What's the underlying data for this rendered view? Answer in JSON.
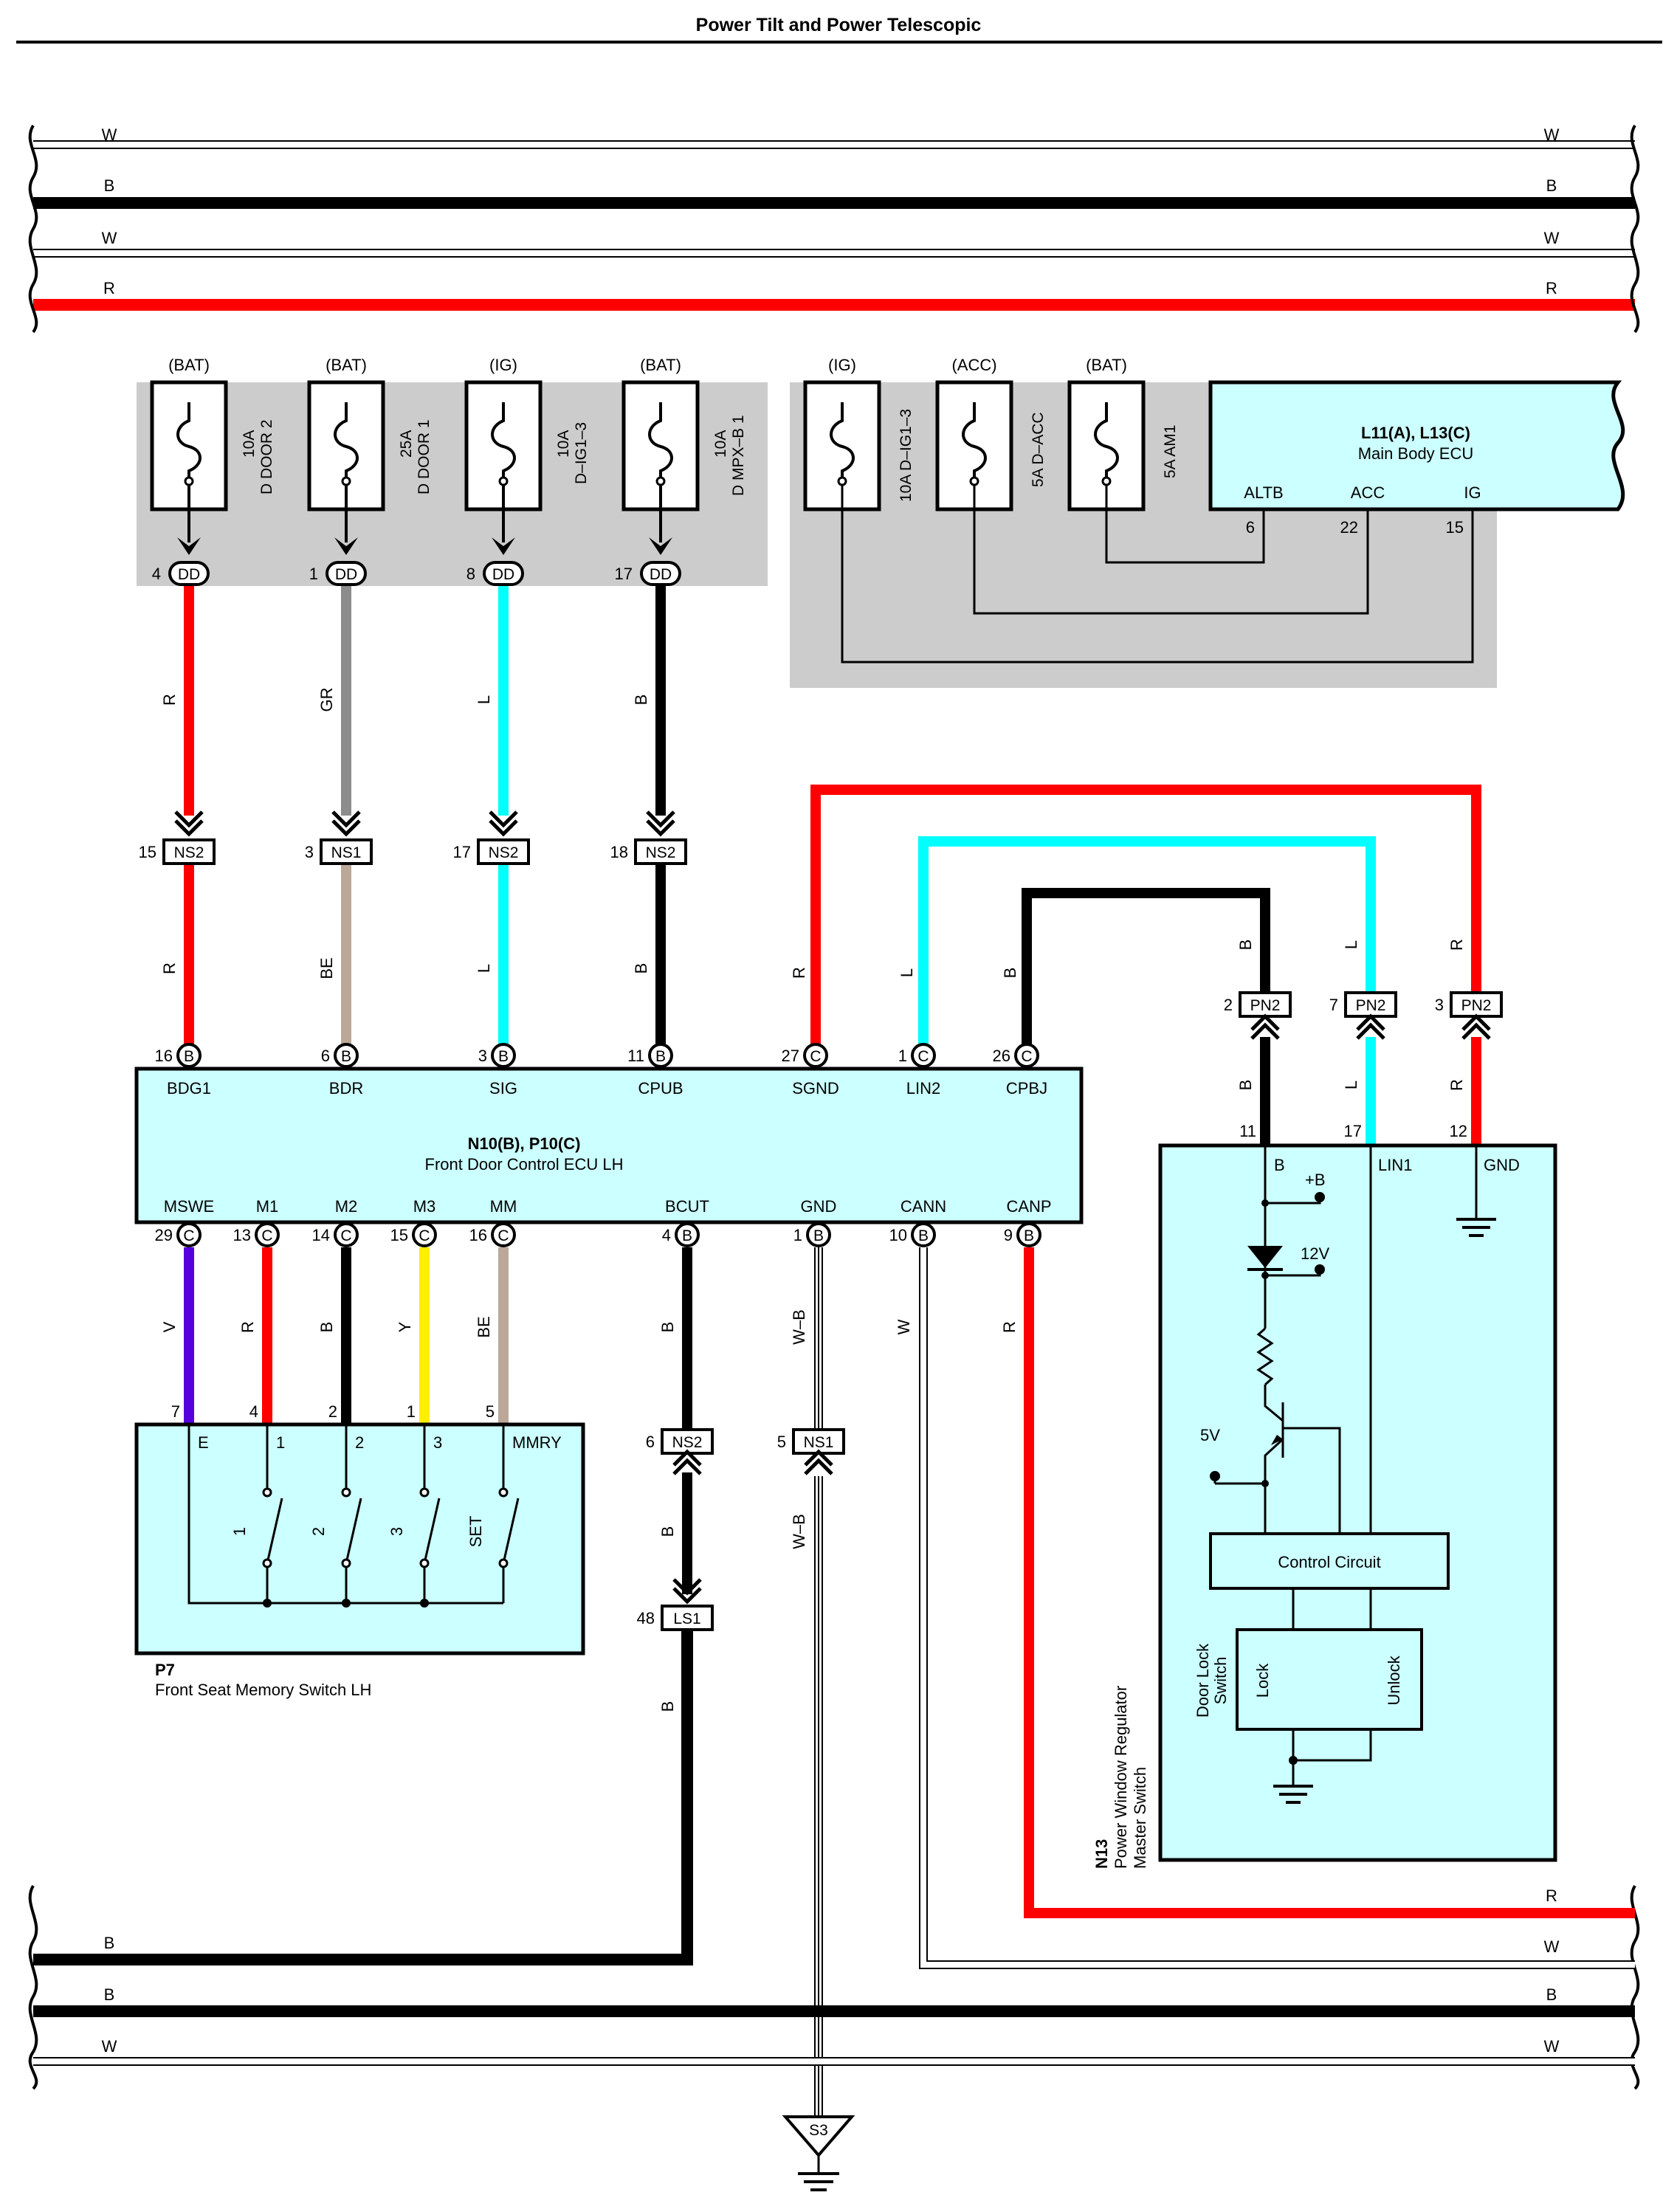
{
  "title": "Power Tilt and Power Telescopic",
  "colors": {
    "R": "#ff0000",
    "B": "#000000",
    "W": "#ffffff",
    "GR": "#8c8c8c",
    "L": "#00ffff",
    "BE": "#bba898",
    "V": "#5500dd",
    "Y": "#ffee00",
    "box": "#ccffff",
    "gray": "#cccccc"
  },
  "top_buses": {
    "labels": [
      "W",
      "B",
      "W",
      "R"
    ]
  },
  "bottom_buses": {
    "labels": [
      "R",
      "W",
      "B",
      "B",
      "W"
    ]
  },
  "fuses_left": [
    {
      "source": "(BAT)",
      "rating": "10A",
      "name": "D DOOR 2",
      "pin": "4",
      "conn": "DD",
      "wire": "R",
      "ns_pin": "15",
      "ns": "NS2",
      "wire2": "R"
    },
    {
      "source": "(BAT)",
      "rating": "25A",
      "name": "D DOOR 1",
      "pin": "1",
      "conn": "DD",
      "wire": "GR",
      "ns_pin": "3",
      "ns": "NS1",
      "wire2": "BE"
    },
    {
      "source": "(IG)",
      "rating": "10A",
      "name": "D–IG1–3",
      "pin": "8",
      "conn": "DD",
      "wire": "L",
      "ns_pin": "17",
      "ns": "NS2",
      "wire2": "L"
    },
    {
      "source": "(BAT)",
      "rating": "10A",
      "name": "D MPX–B 1",
      "pin": "17",
      "conn": "DD",
      "wire": "B",
      "ns_pin": "18",
      "ns": "NS2",
      "wire2": "B"
    }
  ],
  "fuses_right": [
    {
      "source": "(IG)",
      "label": "10A D–IG1–3"
    },
    {
      "source": "(ACC)",
      "label": "5A D–ACC"
    },
    {
      "source": "(BAT)",
      "label": "5A AM1"
    }
  ],
  "main_body_ecu": {
    "id": "L11(A), L13(C)",
    "name": "Main Body ECU",
    "pins": [
      {
        "name": "ALTB",
        "num": "6"
      },
      {
        "name": "ACC",
        "num": "22"
      },
      {
        "name": "IG",
        "num": "15"
      }
    ]
  },
  "front_door_ecu": {
    "id": "N10(B), P10(C)",
    "name": "Front Door Control ECU LH",
    "top_pins": [
      {
        "num": "16",
        "conn": "B",
        "name": "BDG1"
      },
      {
        "num": "6",
        "conn": "B",
        "name": "BDR"
      },
      {
        "num": "3",
        "conn": "B",
        "name": "SIG"
      },
      {
        "num": "11",
        "conn": "B",
        "name": "CPUB"
      },
      {
        "num": "27",
        "conn": "C",
        "name": "SGND",
        "wire": "R"
      },
      {
        "num": "1",
        "conn": "C",
        "name": "LIN2",
        "wire": "L"
      },
      {
        "num": "26",
        "conn": "C",
        "name": "CPBJ",
        "wire": "B"
      }
    ],
    "bottom_pins": [
      {
        "num": "29",
        "conn": "C",
        "name": "MSWE",
        "wire": "V"
      },
      {
        "num": "13",
        "conn": "C",
        "name": "M1",
        "wire": "R"
      },
      {
        "num": "14",
        "conn": "C",
        "name": "M2",
        "wire": "B"
      },
      {
        "num": "15",
        "conn": "C",
        "name": "M3",
        "wire": "Y"
      },
      {
        "num": "16",
        "conn": "C",
        "name": "MM",
        "wire": "BE"
      },
      {
        "num": "4",
        "conn": "B",
        "name": "BCUT",
        "wire": "B"
      },
      {
        "num": "1",
        "conn": "B",
        "name": "GND",
        "wire": "W–B"
      },
      {
        "num": "10",
        "conn": "B",
        "name": "CANN",
        "wire": "W"
      },
      {
        "num": "9",
        "conn": "B",
        "name": "CANP",
        "wire": "R"
      }
    ]
  },
  "memory_switch": {
    "id": "P7",
    "name": "Front Seat Memory Switch LH",
    "pins": [
      {
        "num": "7",
        "name": "E"
      },
      {
        "num": "4",
        "name": "1"
      },
      {
        "num": "2",
        "name": "2"
      },
      {
        "num": "1",
        "name": "3"
      },
      {
        "num": "5",
        "name": "MMRY"
      }
    ],
    "switches": [
      "1",
      "2",
      "3",
      "SET"
    ]
  },
  "pw_master": {
    "id": "N13",
    "name_line1": "Power Window Regulator",
    "name_line2": "Master Switch",
    "pins": [
      {
        "num": "11",
        "name": "B",
        "wire": "B"
      },
      {
        "num": "17",
        "name": "LIN1",
        "wire": "L"
      },
      {
        "num": "12",
        "name": "GND",
        "wire": "R"
      }
    ],
    "pn": [
      {
        "num": "2",
        "conn": "PN2"
      },
      {
        "num": "7",
        "conn": "PN2"
      },
      {
        "num": "3",
        "conn": "PN2"
      }
    ],
    "plus_b": "+B",
    "v12": "12V",
    "v5": "5V",
    "control": "Control Circuit",
    "door_lock_line1": "Door Lock",
    "door_lock_line2": "Switch",
    "lock": "Lock",
    "unlock": "Unlock"
  },
  "bcut_chain": {
    "ns_pin": "6",
    "ns": "NS2",
    "wire": "B",
    "ls_pin": "48",
    "ls": "LS1",
    "wire2": "B"
  },
  "gnd_chain": {
    "ns_pin": "5",
    "ns": "NS1",
    "wire": "W–B",
    "ground": "S3"
  }
}
